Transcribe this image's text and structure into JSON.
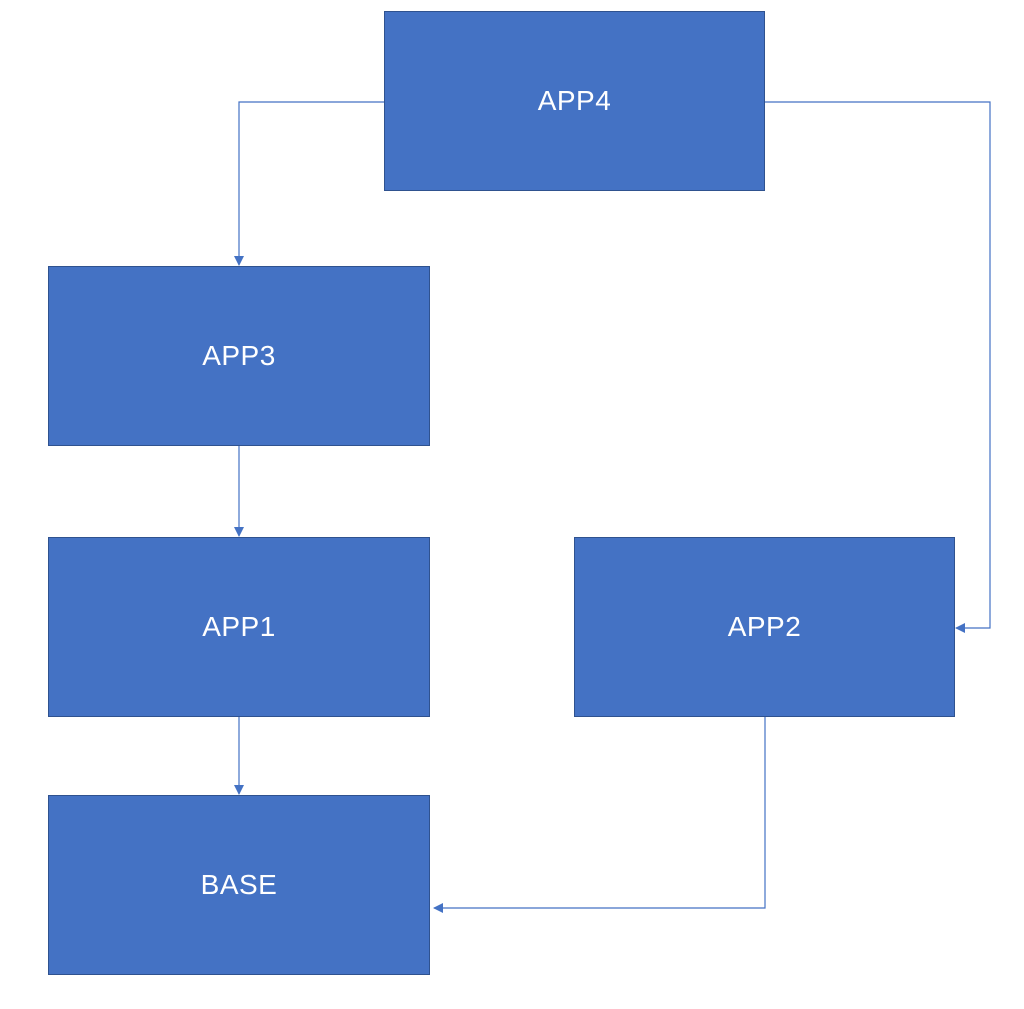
{
  "diagram": {
    "nodes": [
      {
        "id": "app4",
        "label": "APP4"
      },
      {
        "id": "app3",
        "label": "APP3"
      },
      {
        "id": "app1",
        "label": "APP1"
      },
      {
        "id": "app2",
        "label": "APP2"
      },
      {
        "id": "base",
        "label": "BASE"
      }
    ],
    "edges": [
      {
        "from": "app4",
        "to": "app3"
      },
      {
        "from": "app4",
        "to": "app2"
      },
      {
        "from": "app3",
        "to": "app1"
      },
      {
        "from": "app1",
        "to": "base"
      },
      {
        "from": "app2",
        "to": "base"
      }
    ],
    "colors": {
      "node_fill": "#4472c4",
      "node_border": "#2f528f",
      "node_text": "#ffffff",
      "connector": "#4472c4"
    }
  }
}
